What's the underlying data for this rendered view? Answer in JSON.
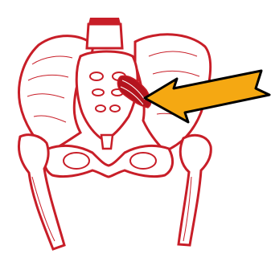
{
  "colors": {
    "bone_outline": "#c81e28",
    "bone_fill": "#ffffff",
    "muscle": "#b4141e",
    "arrow_fill": "#f5a812",
    "arrow_stroke": "#000000",
    "text": "#111111"
  },
  "icons": {
    "pelvis": "pelvis-illustration",
    "sacrum": "sacrum-illustration",
    "femur_left": "femur-left-illustration",
    "femur_right": "femur-right-illustration",
    "muscle": "muscle-highlight",
    "pointer": "arrow-pointer-icon"
  }
}
